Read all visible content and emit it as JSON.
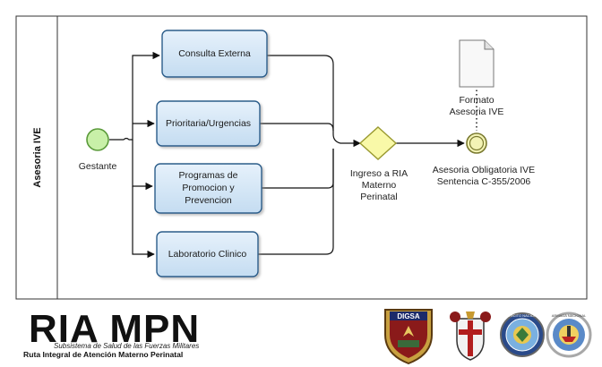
{
  "pool": {
    "lane_label": "Asesoria IVE"
  },
  "start_event": {
    "label": "Gestante"
  },
  "tasks": [
    {
      "id": "consulta",
      "lines": [
        "Consulta Externa"
      ]
    },
    {
      "id": "prioritaria",
      "lines": [
        "Prioritaria/Urgencias"
      ]
    },
    {
      "id": "programas",
      "lines": [
        "Programas de",
        "Promocion y",
        "Prevencion"
      ]
    },
    {
      "id": "laboratorio",
      "lines": [
        "Laboratorio Clinico"
      ]
    }
  ],
  "gateway": {
    "lines": [
      "Ingreso a RIA",
      "Materno",
      "Perinatal"
    ]
  },
  "document": {
    "lines": [
      "Formato",
      "Asesoria IVE"
    ]
  },
  "end_event": {
    "lines": [
      "Asesoria Obligatoria IVE",
      "Sentencia  C-355/2006"
    ]
  },
  "footer": {
    "logo_title": "RIA MPN",
    "logo_subtitle": "Subsistema de Salud de las Fuerzas Militares",
    "logo_tagline": "Ruta Integral de Atención Materno Perinatal",
    "badge_text": "DIGSA",
    "seal_1_text": "EJÉRCITO NACIONAL",
    "seal_2_text": "ARMADA NACIONAL"
  },
  "colors": {
    "task_fill": "#d6e8f7",
    "task_border": "#2c5d8a",
    "start_fill": "#c8f0a8",
    "start_border": "#5a9a3a",
    "gateway_fill": "#f9f9a8",
    "gateway_border": "#9a9a30",
    "end_fill": "#f3f3b5",
    "end_border": "#7a7a30"
  }
}
